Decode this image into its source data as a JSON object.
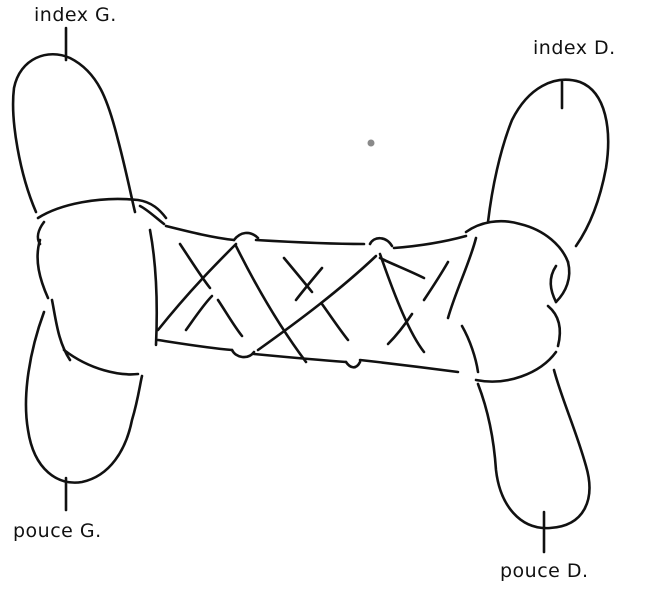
{
  "labels": {
    "index_left": "index G.",
    "index_right": "index D.",
    "thumb_left": "pouce G.",
    "thumb_right": "pouce D."
  },
  "ink_color": "#111111",
  "background_color": "#ffffff"
}
